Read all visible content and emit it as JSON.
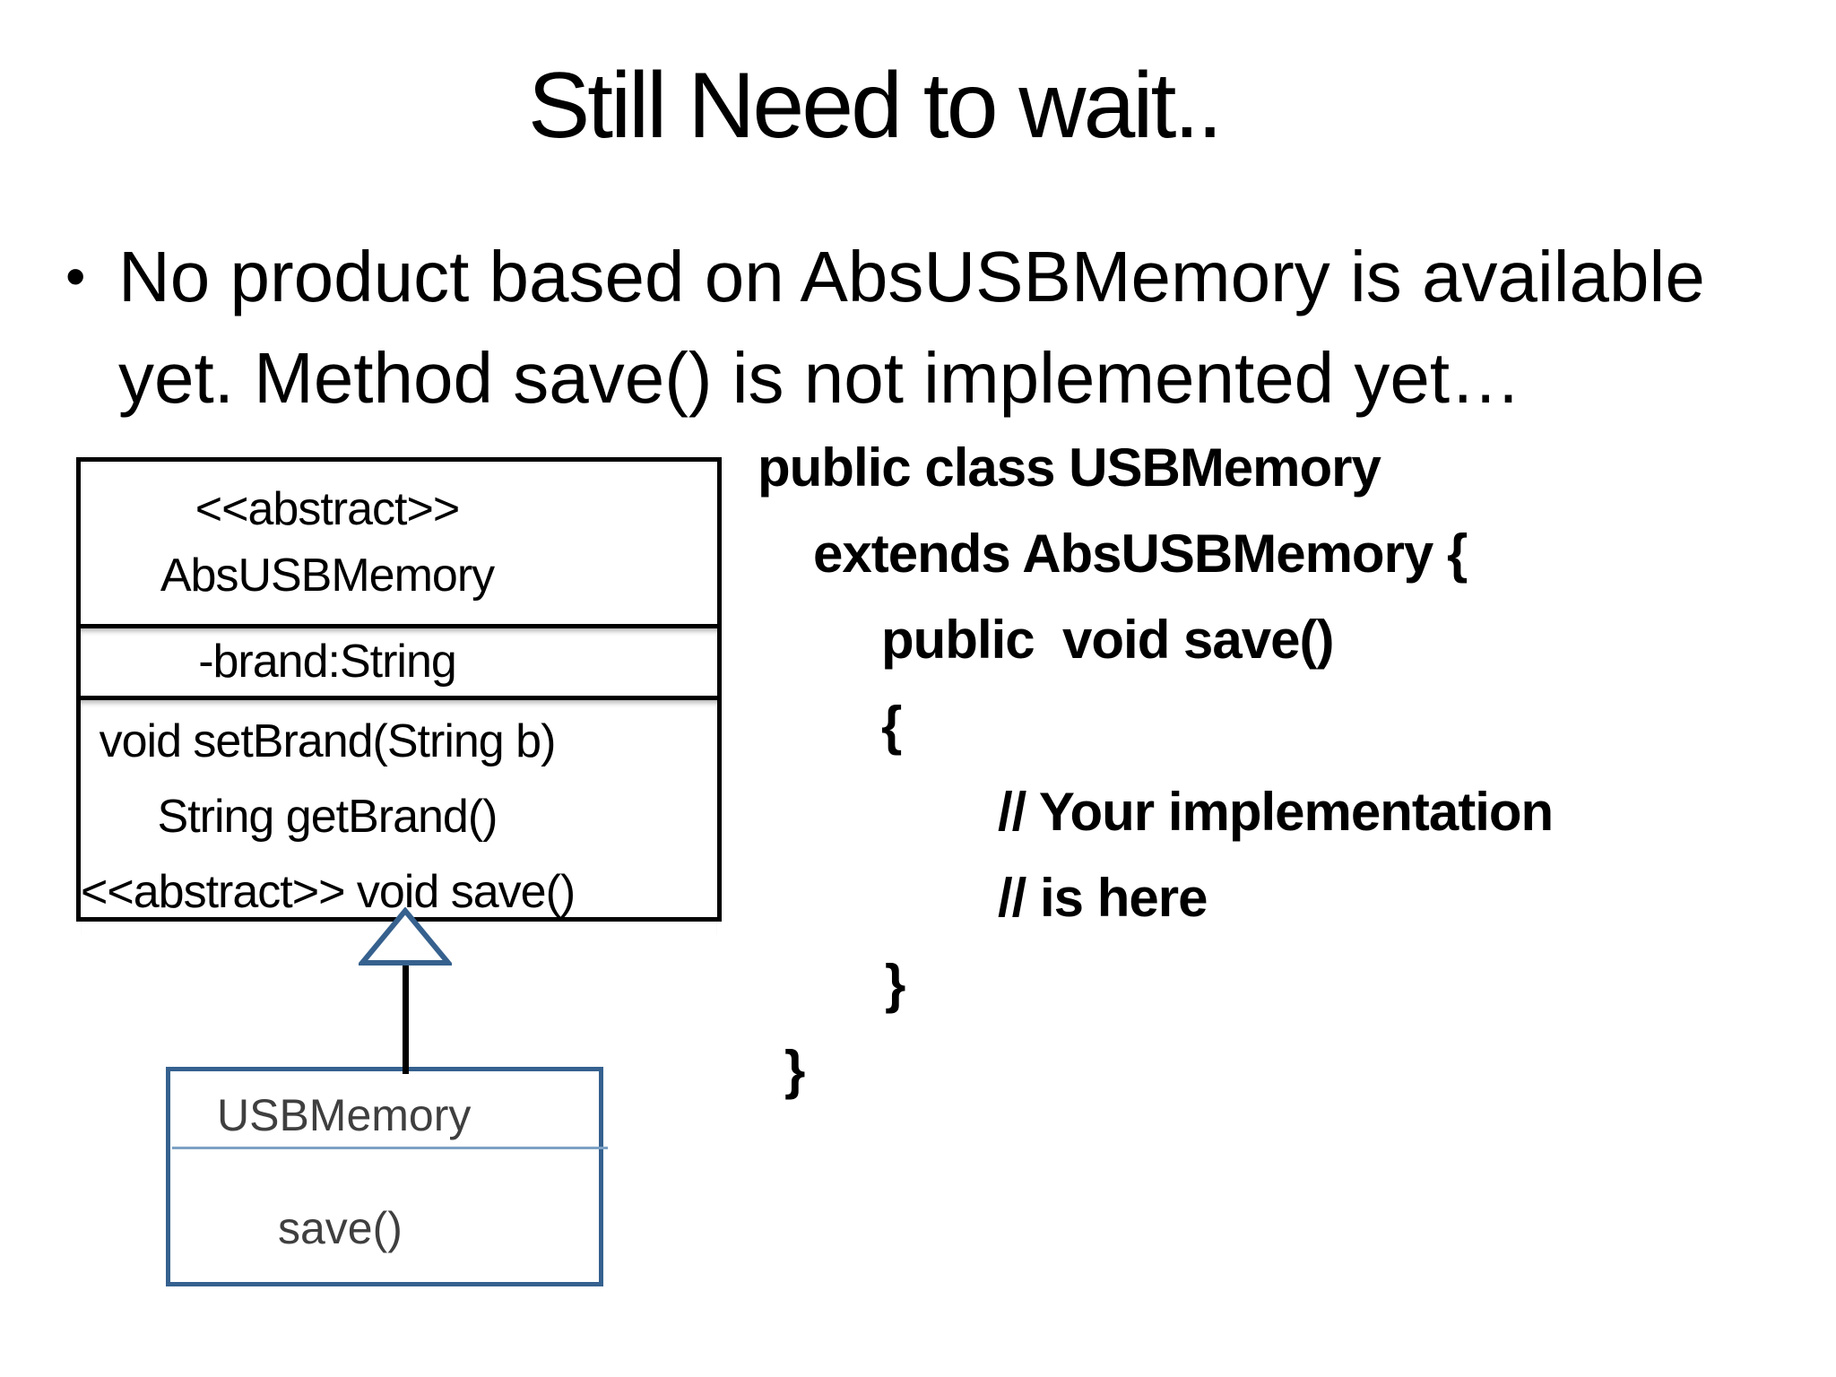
{
  "slide": {
    "title": "Still Need to wait..",
    "bullet": {
      "marker": "•",
      "line1": "No product based on AbsUSBMemory is available",
      "line2": "yet. Method save() is not implemented yet…"
    }
  },
  "uml": {
    "abstract_class": {
      "stereotype": "<<abstract>>",
      "name": "AbsUSBMemory",
      "field": "-brand:String",
      "methods": [
        "void setBrand(String b)",
        "String getBrand()",
        "<<abstract>> void save()"
      ]
    },
    "relationship": "generalization",
    "concrete_class": {
      "name": "USBMemory",
      "method": "save()"
    },
    "colors": {
      "abstract_box_border": "#000000",
      "concrete_box_border": "#35618f",
      "concrete_box_divider": "#7da1c4",
      "concrete_box_text": "#3f3f3f",
      "arrowhead_stroke": "#36618e"
    }
  },
  "code": {
    "lines": [
      "public class USBMemory",
      "extends AbsUSBMemory {",
      "public  void save()",
      "{",
      "// Your implementation",
      "// is here",
      "}",
      "}"
    ]
  }
}
